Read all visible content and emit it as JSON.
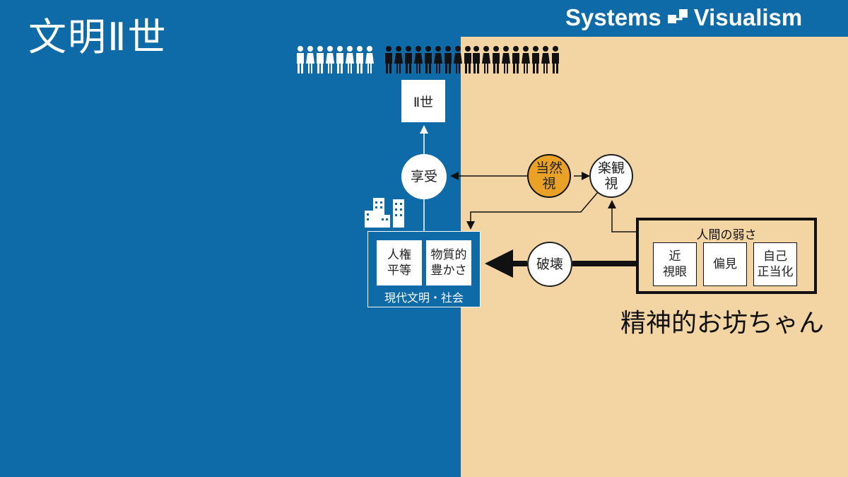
{
  "title": "文明Ⅱ世",
  "brand": {
    "name_left": "Systems",
    "name_right": "Visualism"
  },
  "people": {
    "white_count": 8,
    "black_count_a": 9,
    "black_count_b": 9
  },
  "nodes": {
    "gen2": "Ⅱ世",
    "enjoy": "享受",
    "take_for_granted": [
      "当然",
      "視"
    ],
    "optimism": [
      "楽観",
      "視"
    ],
    "destroy": "破壊"
  },
  "society": {
    "label": "現代文明・社会",
    "items": [
      [
        "人権",
        "平等"
      ],
      [
        "物質的",
        "豊かさ"
      ]
    ]
  },
  "weakness": {
    "title": "人間の弱さ",
    "items": [
      [
        "近",
        "視眼"
      ],
      [
        "偏見"
      ],
      [
        "自己",
        "正当化"
      ]
    ]
  },
  "caption": "精神的お坊ちゃん",
  "colors": {
    "blue": "#0f6aa8",
    "sand": "#f3d5a3",
    "accent": "#e9a126",
    "dark": "#111111",
    "white": "#ffffff"
  }
}
